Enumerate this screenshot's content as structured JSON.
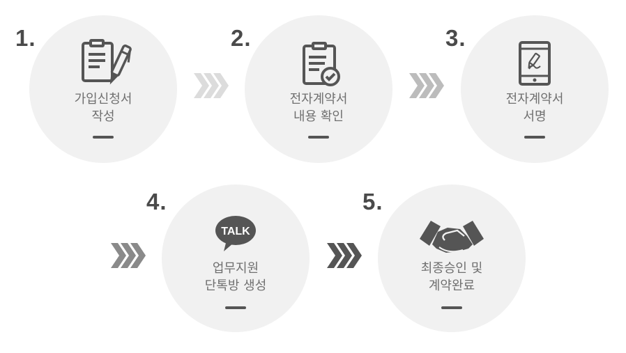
{
  "steps": [
    {
      "number": "1.",
      "icon": "clipboard-pen-icon",
      "label_lines": [
        "가입신청서",
        "작성"
      ]
    },
    {
      "number": "2.",
      "icon": "clipboard-check-icon",
      "label_lines": [
        "전자계약서",
        "내용 확인"
      ]
    },
    {
      "number": "3.",
      "icon": "tablet-signature-icon",
      "label_lines": [
        "전자계약서",
        "서명"
      ]
    },
    {
      "number": "4.",
      "icon": "talk-bubble-icon",
      "icon_text": "TALK",
      "label_lines": [
        "업무지원",
        "단톡방 생성"
      ]
    },
    {
      "number": "5.",
      "icon": "handshake-icon",
      "label_lines": [
        "최종승인 및",
        "계약완료"
      ]
    }
  ],
  "arrows": [
    {
      "icon": "triple-chevron-right-icon",
      "color": "#dcdcdc"
    },
    {
      "icon": "triple-chevron-right-icon",
      "color": "#bcbcbc"
    },
    {
      "icon": "triple-chevron-right-icon",
      "color": "#8a8a8a"
    },
    {
      "icon": "triple-chevron-right-icon",
      "color": "#555555"
    }
  ],
  "colors": {
    "circle_bg": "#f1f1f1",
    "icon": "#555555",
    "number": "#4a4a4a",
    "label": "#6f6f6f"
  }
}
